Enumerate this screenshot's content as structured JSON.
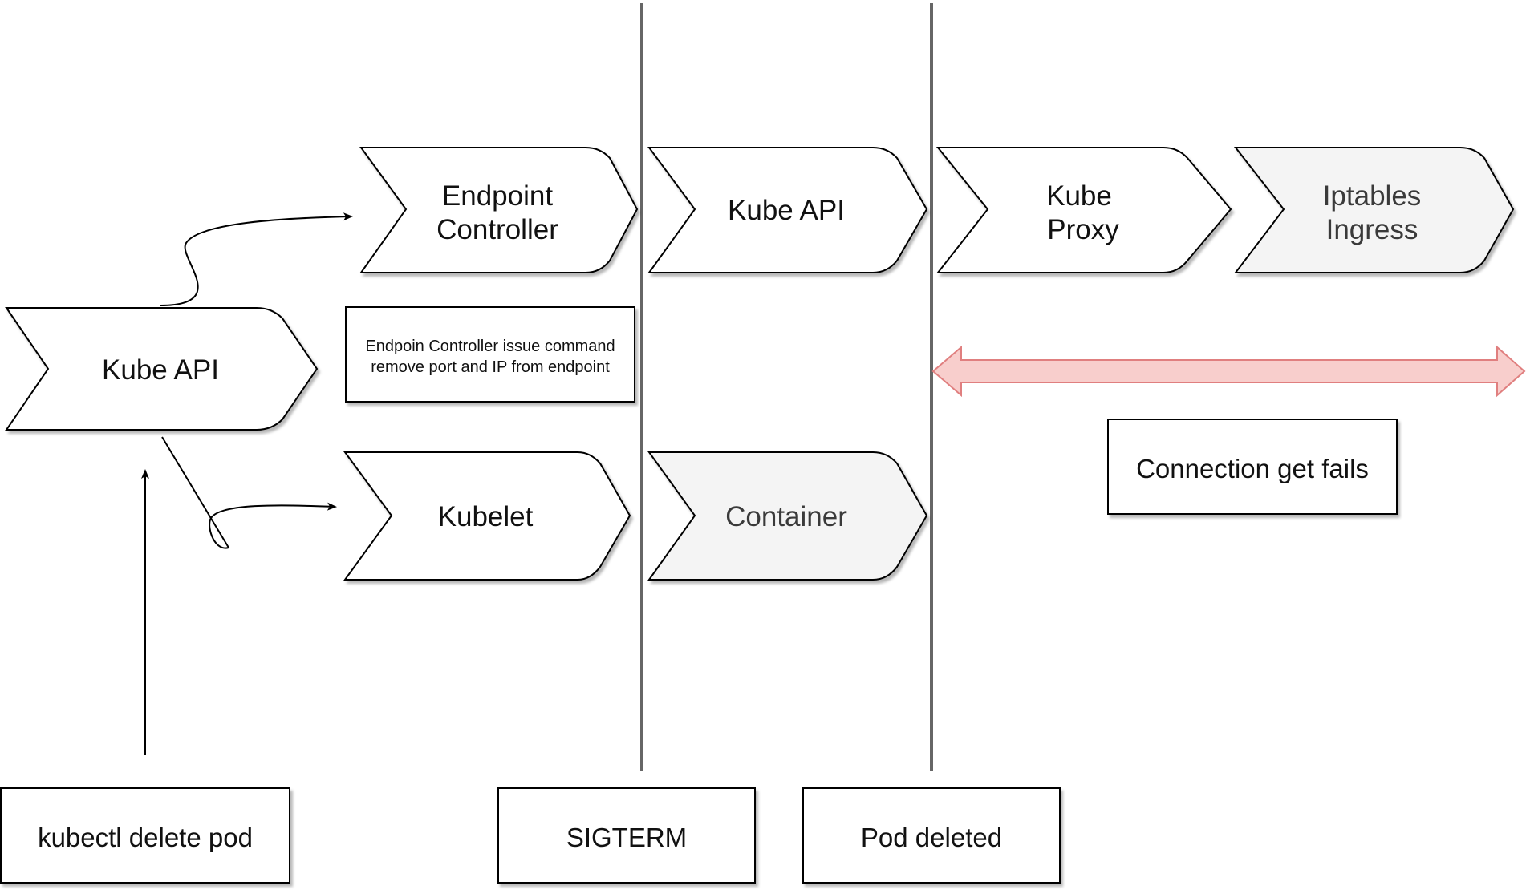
{
  "colors": {
    "shape_fill": "#ffffff",
    "shape_fill_muted": "#f4f4f4",
    "stroke": "#000000",
    "divider": "#666666",
    "arrow_fill": "#f8cecc",
    "arrow_stroke": "#e07f7f"
  },
  "kube_api_left": {
    "label": "Kube API"
  },
  "endpoint_controller": {
    "line1": "Endpoint",
    "line2": "Controller"
  },
  "endpoint_note": {
    "line1": "Endpoin Controller issue command",
    "line2": "remove port and IP from endpoint"
  },
  "kubelet": {
    "label": "Kubelet"
  },
  "kube_api_mid": {
    "label": "Kube API"
  },
  "container": {
    "label": "Container"
  },
  "kube_proxy": {
    "line1": "Kube",
    "line2": "Proxy"
  },
  "iptables_ingress": {
    "line1": "Iptables",
    "line2": "Ingress"
  },
  "connection_note": {
    "label": "Connection get fails"
  },
  "kubectl_box": {
    "label": "kubectl delete pod"
  },
  "sigterm_box": {
    "label": "SIGTERM"
  },
  "pod_deleted_box": {
    "label": "Pod deleted"
  }
}
